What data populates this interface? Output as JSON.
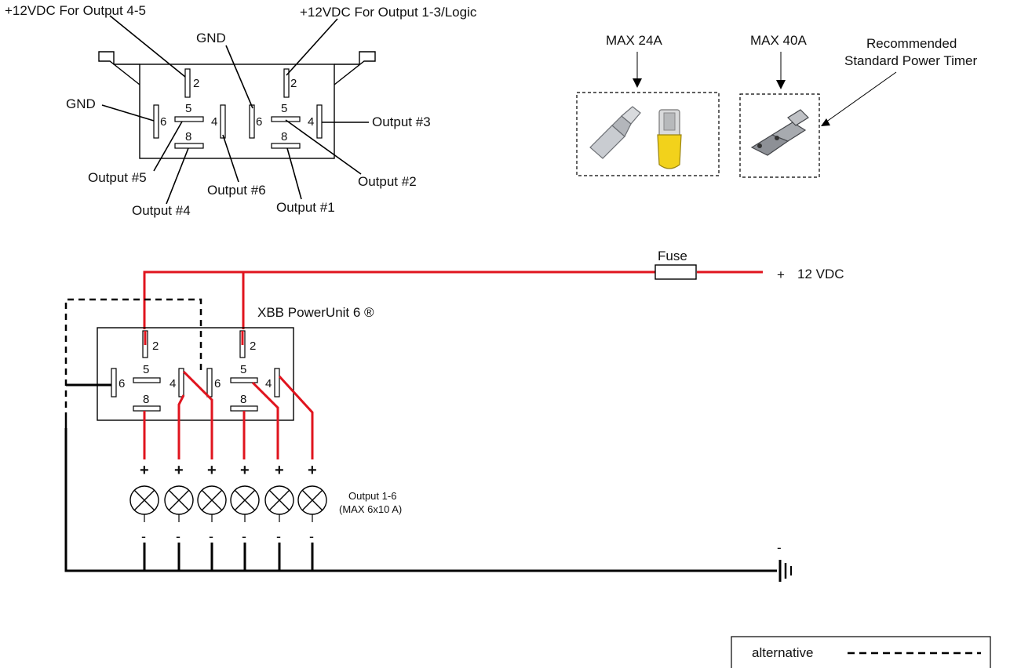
{
  "top_labels": {
    "v12_out45": "+12VDC For Output 4-5",
    "v12_out13": "+12VDC For Output 1-3/Logic",
    "gnd_left": "GND",
    "gnd_mid": "GND",
    "output3": "Output #3",
    "output5": "Output #5",
    "output4": "Output #4",
    "output6": "Output #6",
    "output1": "Output #1",
    "output2": "Output #2"
  },
  "pin_numbers": {
    "p2": "2",
    "p4": "4",
    "p5": "5",
    "p6": "6",
    "p8": "8"
  },
  "connectors": {
    "max24": "MAX 24A",
    "max40": "MAX 40A",
    "recommended_line1": "Recommended",
    "recommended_line2": "Standard Power Timer"
  },
  "wiring": {
    "fuse": "Fuse",
    "supply": "12 VDC",
    "plus": "+",
    "minus": "-",
    "unit_name": "XBB PowerUnit 6 ®",
    "outputs_line1": "Output 1-6",
    "outputs_line2": "(MAX 6x10 A)"
  },
  "legend": {
    "alternative": "alternative"
  },
  "colors": {
    "wire_power": "#e0141e",
    "wire_ground": "#000000",
    "terminal_yellow": "#f2d21b"
  }
}
